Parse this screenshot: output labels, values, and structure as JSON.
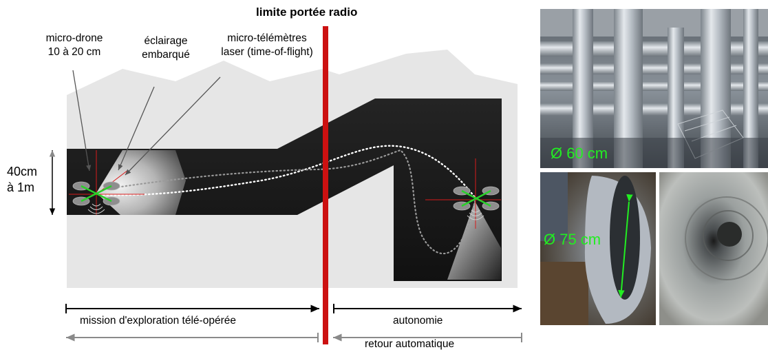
{
  "annotations": {
    "radio_limit": "limite  portée radio",
    "drone": [
      "micro-drone",
      "10 à 20 cm"
    ],
    "lighting": [
      "éclairage",
      "embarqué"
    ],
    "rangefinders": [
      "micro-télémètres",
      "laser (time-of-flight)"
    ],
    "dimension": [
      "40cm",
      "à 1m"
    ]
  },
  "phases": {
    "teleop": "mission d'exploration télé-opérée",
    "autonomy": "autonomie",
    "return": "retour automatique"
  },
  "photos": {
    "ducts_diameter": "Ø 60 cm",
    "pipe_diameter": "Ø 75 cm"
  },
  "colors": {
    "tunnel": "#1e1e1e",
    "background_terrain": "#e6e6e6",
    "radio_limit": "#cc1111",
    "diameter_label": "#22ee22",
    "teleop_arrow": "#000000",
    "return_arrow": "#8a8a8a"
  }
}
